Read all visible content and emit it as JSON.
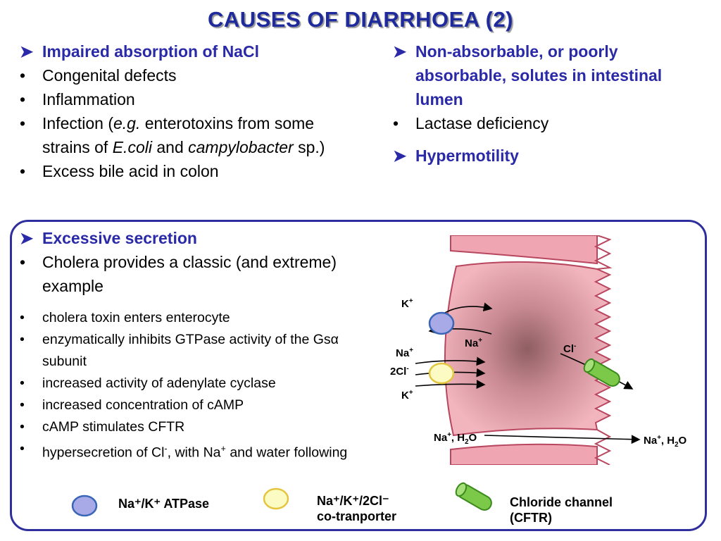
{
  "title": "CAUSES OF DIARRHOEA (2)",
  "left_top": {
    "heading": "Impaired absorption of NaCl",
    "items": [
      "Congenital defects",
      "Inflammation"
    ],
    "infection": {
      "part1": "Infection (",
      "eg": "e.g.",
      "part2": " enterotoxins from some strains of ",
      "ecoli": "E.coli",
      "part3": " and ",
      "campy": "campylobacter",
      "part4": " sp.)"
    },
    "last": "Excess bile acid in colon"
  },
  "right_top": {
    "heading1": "Non-absorbable, or poorly absorbable, solutes in intestinal lumen",
    "item1": "Lactase deficiency",
    "heading2": "Hypermotility"
  },
  "secretion": {
    "heading": "Excessive secretion",
    "item1": "Cholera provides a classic (and extreme) example",
    "items": [
      "cholera toxin enters enterocyte",
      "enzymatically inhibits GTPase activity of the Gsα subunit",
      "increased activity of adenylate cyclase",
      "increased concentration of cAMP",
      "cAMP stimulates CFTR"
    ],
    "hyper": {
      "p1": "hypersecretion of Cl",
      "p2": ", with Na",
      "p3": " and water following"
    }
  },
  "diagram": {
    "k_top": "K",
    "na_right": "Na",
    "na_left": "Na",
    "cl2_left": "2Cl",
    "k_bottom": "K",
    "cl_right": "Cl",
    "na_h2o_left": "Na",
    "na_h2o_right": "Na",
    "h2o": "H",
    "o": "O",
    "sub2": "2",
    "plus": "+",
    "minus": "-",
    "comma": ", "
  },
  "legend": {
    "atpase": "Na⁺/K⁺ ATPase",
    "cotransporter_line1": "Na⁺/K⁺/2Cl⁻",
    "cotransporter_line2": "co-tranporter",
    "channel_line1": "Chloride channel",
    "channel_line2": "(CFTR)"
  },
  "colors": {
    "title": "#1f2a9c",
    "heading": "#2a2aa8",
    "cell_fill": "#f0a6b2",
    "cell_stroke": "#b8465e",
    "atpase_fill": "#a7aae6",
    "cotransporter_fill": "#fdfbc4",
    "channel_fill": "#7cc94a"
  },
  "icons": {
    "arrow_bullet": "arrow-bullet-icon",
    "dot_bullet": "bullet-dot-icon"
  }
}
